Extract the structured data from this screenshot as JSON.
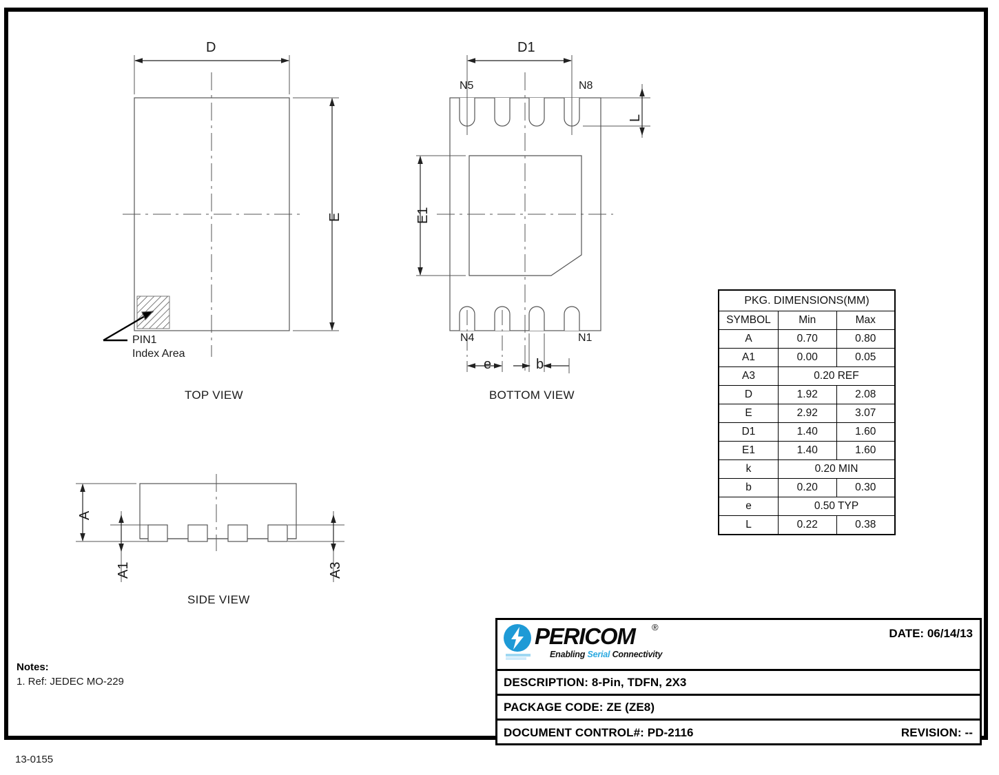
{
  "document": {
    "reference_number": "13-0155"
  },
  "views": {
    "top": {
      "label": "TOP VIEW",
      "dim_horizontal": "D",
      "dim_vertical": "E",
      "pin1_line1": "PIN1",
      "pin1_line2": "Index Area"
    },
    "bottom": {
      "label": "BOTTOM VIEW",
      "dim_horizontal": "D1",
      "dim_vertical": "E1",
      "dim_lead": "L",
      "dim_pitch": "e",
      "dim_width": "b",
      "pin_n5": "N5",
      "pin_n8": "N8",
      "pin_n4": "N4",
      "pin_n1": "N1"
    },
    "side": {
      "label": "SIDE VIEW",
      "dim_height": "A",
      "dim_standoff": "A1",
      "dim_thickness": "A3"
    }
  },
  "dim_table": {
    "title": "PKG.   DIMENSIONS(MM)",
    "columns": [
      "SYMBOL",
      "Min",
      "Max"
    ],
    "rows": [
      {
        "symbol": "A",
        "min": "0.70",
        "max": "0.80",
        "span": false
      },
      {
        "symbol": "A1",
        "min": "0.00",
        "max": "0.05",
        "span": false
      },
      {
        "symbol": "A3",
        "value": "0.20 REF",
        "span": true
      },
      {
        "symbol": "D",
        "min": "1.92",
        "max": "2.08",
        "span": false
      },
      {
        "symbol": "E",
        "min": "2.92",
        "max": "3.07",
        "span": false
      },
      {
        "symbol": "D1",
        "min": "1.40",
        "max": "1.60",
        "span": false
      },
      {
        "symbol": "E1",
        "min": "1.40",
        "max": "1.60",
        "span": false
      },
      {
        "symbol": "k",
        "value": "0.20 MIN",
        "span": true
      },
      {
        "symbol": "b",
        "min": "0.20",
        "max": "0.30",
        "span": false
      },
      {
        "symbol": "e",
        "value": "0.50 TYP",
        "span": true
      },
      {
        "symbol": "L",
        "min": "0.22",
        "max": "0.38",
        "span": false
      }
    ]
  },
  "notes": {
    "title": "Notes:",
    "items": [
      "1. Ref: JEDEC  MO-229"
    ]
  },
  "title_block": {
    "logo_word": "PERICOM",
    "logo_registered": "®",
    "logo_tag_1": "Enabling ",
    "logo_tag_2": "Serial",
    "logo_tag_3": " Connectivity",
    "date": "DATE: 06/14/13",
    "description": "DESCRIPTION:  8-Pin, TDFN, 2X3",
    "package_code": "PACKAGE CODE:  ZE  (ZE8)",
    "document_control": "DOCUMENT CONTROL#: PD-2116",
    "revision": "REVISION: --"
  },
  "colors": {
    "line": "#555555",
    "dim_line": "#222222",
    "frame": "#000000",
    "logo_blue": "#2aa9e0",
    "logo_circle": "#1e9ad6"
  }
}
